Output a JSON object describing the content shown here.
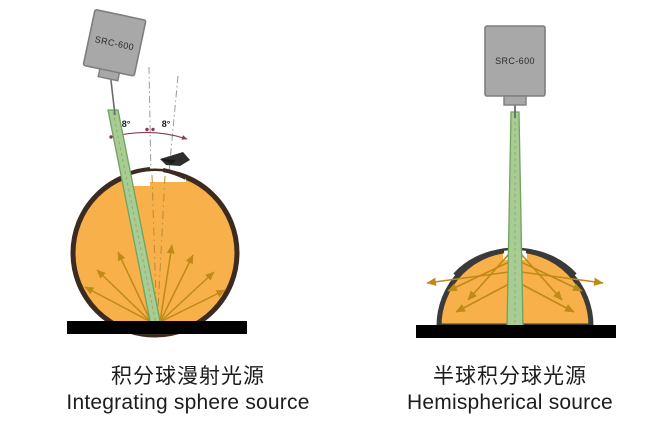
{
  "figure": {
    "title_visible": false,
    "background_color": "#ffffff",
    "panels": [
      {
        "id": "left",
        "caption_cn": "积分球漫射光源",
        "caption_en": "Integrating sphere source",
        "device_label": "SRC-600",
        "device_orientation": "tilted",
        "geometry": "full-sphere",
        "angle_labels": [
          "8°",
          "8°"
        ],
        "has_pointer_arrow": true
      },
      {
        "id": "right",
        "caption_cn": "半球积分球光源",
        "caption_en": "Hemispherical source",
        "device_label": "SRC-600",
        "device_orientation": "vertical",
        "geometry": "hemisphere",
        "angle_labels": [],
        "has_pointer_arrow": false
      }
    ]
  },
  "colors": {
    "sphere_fill": "#F7B04A",
    "sphere_outline": "#3B2B20",
    "hemisphere_outline": "#3a3a3a",
    "beam_fill": "#A8CC94",
    "beam_edge": "#6FA45C",
    "device_body": "#A8A8A8",
    "device_edge": "#7E7E7E",
    "platform": "#000000",
    "ray_arrow": "#C08A16",
    "angle_arc": "#8B3A55",
    "dashdot_axis": "#9a9a9a",
    "caption_text": "#1c1c1c"
  },
  "icons": {
    "pointer": "dark-arrowhead-icon",
    "axis": "dash-dot-axis-icon"
  }
}
